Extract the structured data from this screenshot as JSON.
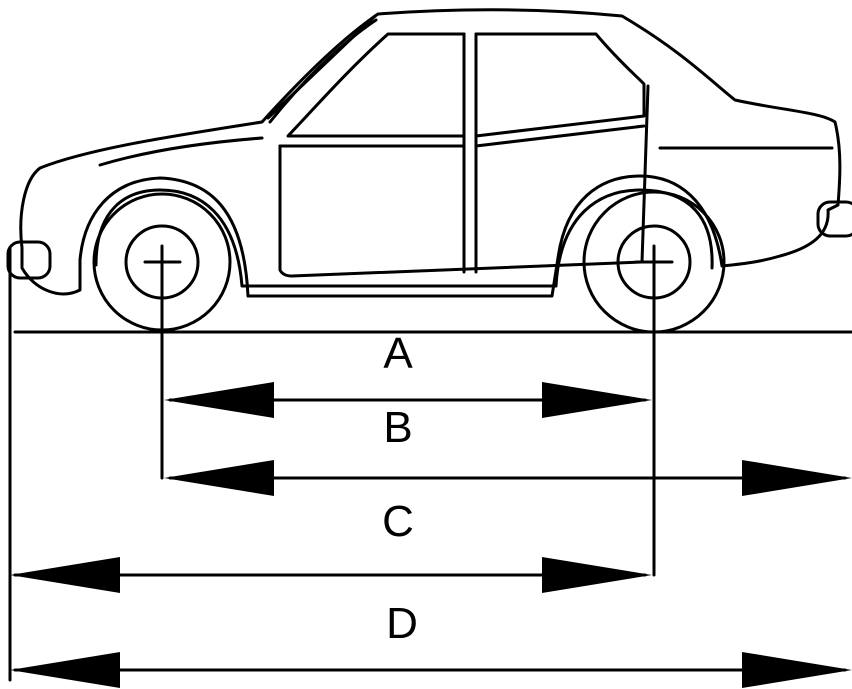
{
  "diagram": {
    "labels": {
      "a": "A",
      "b": "B",
      "c": "C",
      "d": "D"
    },
    "colors": {
      "ink": "#000000",
      "paper": "#ffffff"
    }
  }
}
